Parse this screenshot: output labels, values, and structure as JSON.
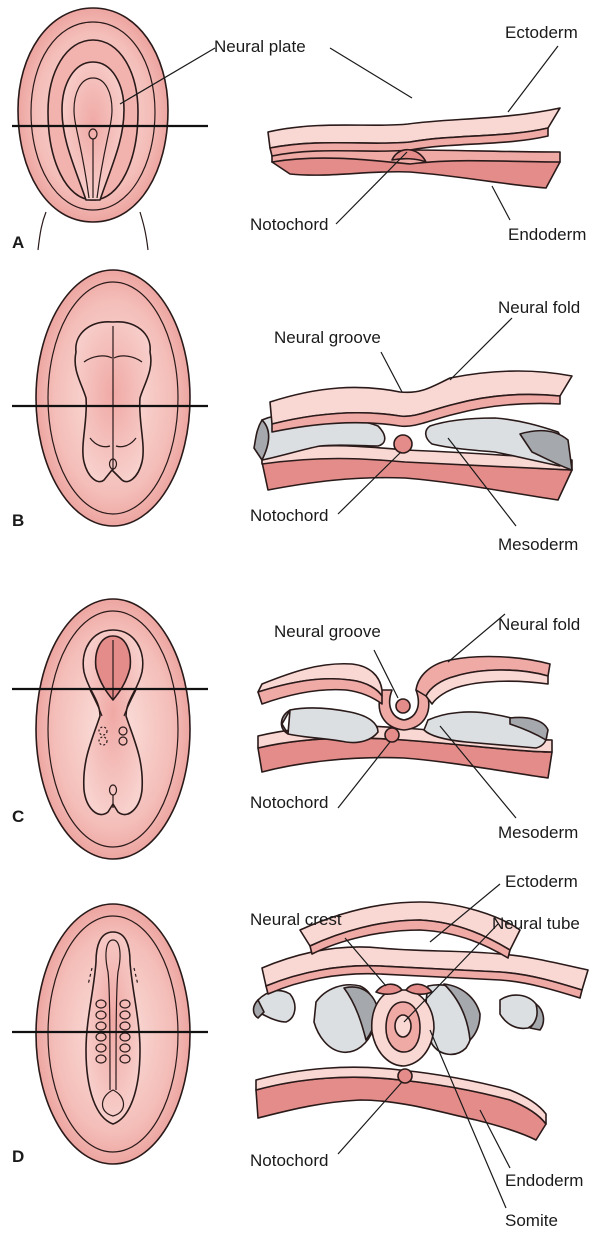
{
  "panels": [
    {
      "letter": "A",
      "labels": {
        "neural_plate": "Neural plate",
        "ectoderm": "Ectoderm",
        "notochord": "Notochord",
        "endoderm": "Endoderm"
      }
    },
    {
      "letter": "B",
      "labels": {
        "neural_groove": "Neural groove",
        "neural_fold": "Neural fold",
        "notochord": "Notochord",
        "mesoderm": "Mesoderm"
      }
    },
    {
      "letter": "C",
      "labels": {
        "neural_groove": "Neural groove",
        "neural_fold": "Neural fold",
        "notochord": "Notochord",
        "mesoderm": "Mesoderm"
      }
    },
    {
      "letter": "D",
      "labels": {
        "neural_crest": "Neural crest",
        "ectoderm": "Ectoderm",
        "neural_tube": "Neural tube",
        "notochord": "Notochord",
        "endoderm": "Endoderm",
        "somite": "Somite"
      }
    }
  ],
  "colors": {
    "tissue_pink": "#efaaa6",
    "tissue_light": "#f9d8d4",
    "mesoderm_gray": "#dcdfe2",
    "outline": "#2a1a1a"
  }
}
